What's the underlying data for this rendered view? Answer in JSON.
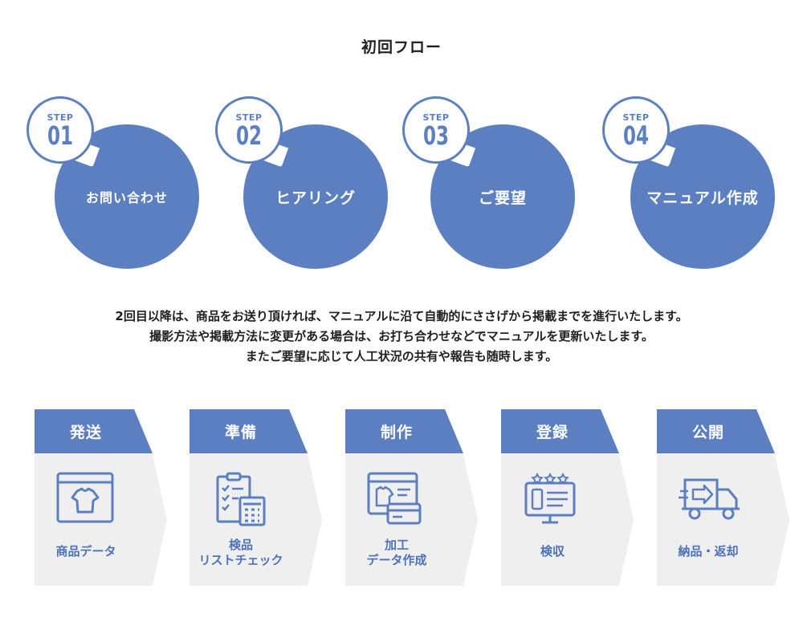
{
  "title": "初回フロー",
  "steps": [
    {
      "label": "STEP",
      "number": "01",
      "text": "お問い合わせ"
    },
    {
      "label": "STEP",
      "number": "02",
      "text": "ヒアリング"
    },
    {
      "label": "STEP",
      "number": "03",
      "text": "ご要望"
    },
    {
      "label": "STEP",
      "number": "04",
      "text": "マニュアル作成"
    }
  ],
  "description": [
    "2回目以降は、商品をお送り頂ければ、マニュアルに沿て自動的にささげから掲載までを進行いたします。",
    "撮影方法や掲載方法に変更がある場合は、お打ち合わせなどでマニュアルを更新いたします。",
    "またご要望に応じて人工状況の共有や報告も随時します。"
  ],
  "flow": [
    {
      "header": "発送",
      "icon": "shirt-window-icon",
      "lines": [
        "商品データ"
      ]
    },
    {
      "header": "準備",
      "icon": "checklist-calculator-icon",
      "lines": [
        "検品",
        "リストチェック"
      ]
    },
    {
      "header": "制作",
      "icon": "design-card-icon",
      "lines": [
        "加工",
        "データ作成"
      ]
    },
    {
      "header": "登録",
      "icon": "rating-monitor-icon",
      "lines": [
        "検収"
      ]
    },
    {
      "header": "公開",
      "icon": "delivery-truck-icon",
      "lines": [
        "納品・返却"
      ]
    }
  ],
  "colors": {
    "accent": "#5b7fc0",
    "panel": "#efefef",
    "text": "#4e72b8"
  }
}
